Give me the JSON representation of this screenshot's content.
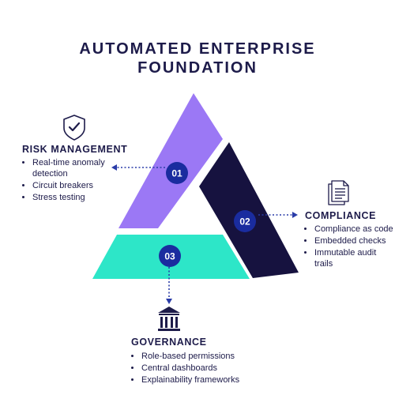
{
  "title_line1": "AUTOMATED ENTERPRISE",
  "title_line2": "FOUNDATION",
  "colors": {
    "navy": "#1d1b4a",
    "purple": "#9b78f5",
    "dark_navy": "#16123f",
    "teal": "#2de6c8",
    "badge": "#1a2c9f",
    "connector": "#2a3ca8"
  },
  "sections": {
    "risk": {
      "number": "01",
      "heading": "RISK MANAGEMENT",
      "icon": "shield-check-icon",
      "items": [
        "Real-time anomaly detection",
        "Circuit breakers",
        "Stress testing"
      ]
    },
    "compliance": {
      "number": "02",
      "heading": "COMPLIANCE",
      "icon": "document-icon",
      "items": [
        "Compliance as code",
        "Embedded checks",
        "Immutable audit trails"
      ]
    },
    "governance": {
      "number": "03",
      "heading": "GOVERNANCE",
      "icon": "bank-icon",
      "items": [
        "Role-based permissions",
        "Central dashboards",
        "Explainability frameworks"
      ]
    }
  }
}
